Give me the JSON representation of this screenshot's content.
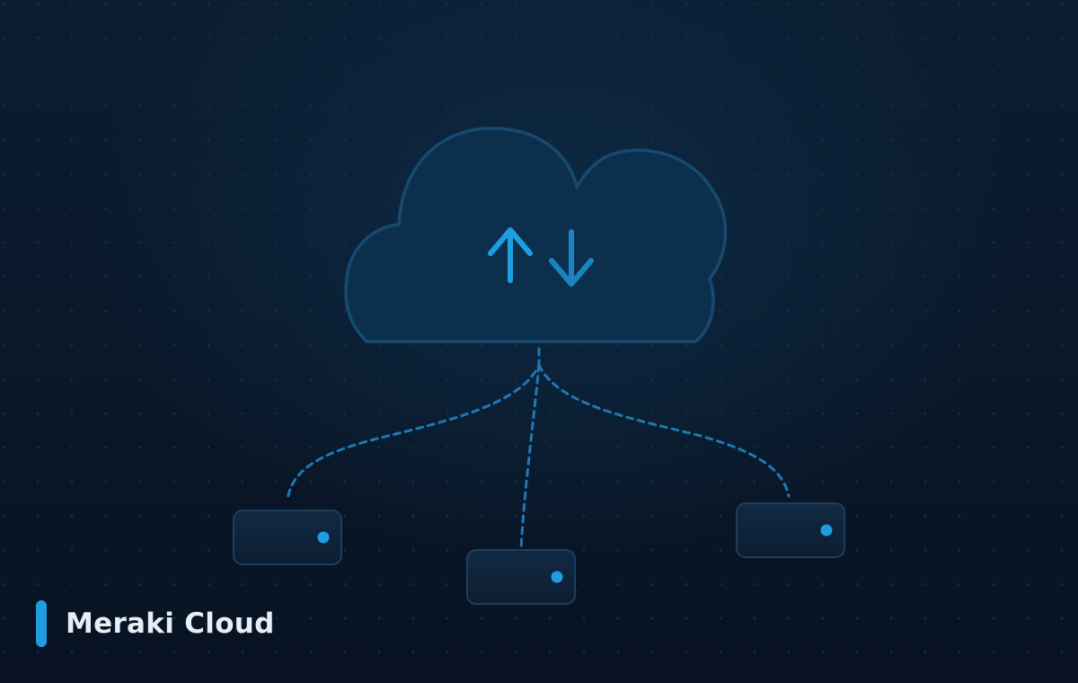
{
  "caption": {
    "title": "Meraki Cloud"
  },
  "colors": {
    "accent": "#1e9ee0",
    "cloud_fill": "#0c2f4e",
    "cloud_stroke": "#174a70",
    "device_fill": "#0e2238",
    "device_stroke": "#1e3e5a",
    "link": "#1f78b4"
  },
  "icons": {
    "cloud": "cloud-icon",
    "upload": "arrow-up-icon",
    "download": "arrow-down-icon",
    "device": "network-device-icon",
    "status": "status-led-icon"
  },
  "devices": [
    {
      "name": "device-left",
      "status": "online"
    },
    {
      "name": "device-center",
      "status": "online"
    },
    {
      "name": "device-right",
      "status": "online"
    }
  ]
}
